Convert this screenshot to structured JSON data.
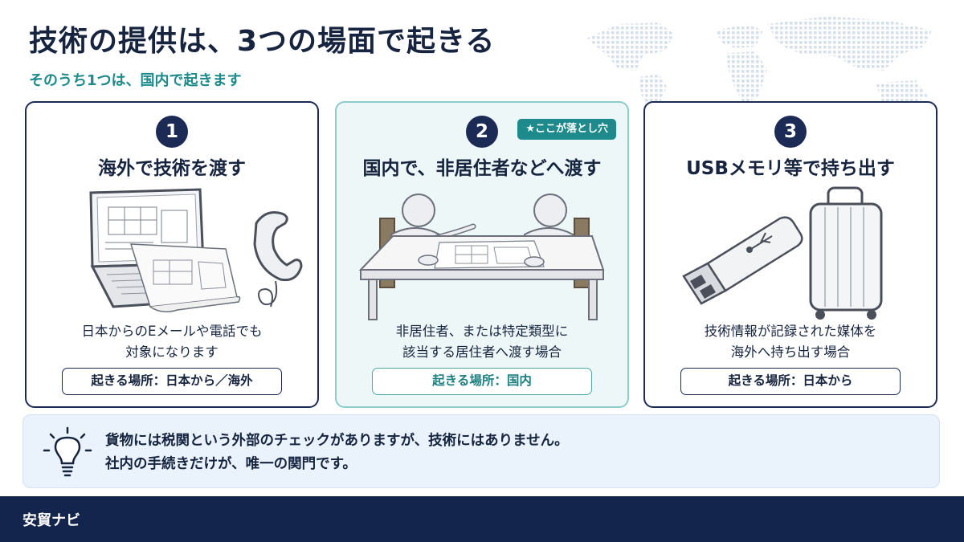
{
  "header": {
    "title": "技術の提供は、3つの場面で起きる",
    "subtitle": "そのうち1つは、国内で起きます"
  },
  "cards": [
    {
      "number": "1",
      "title": "海外で技術を渡す",
      "desc_line1": "日本からのEメールや電話でも",
      "desc_line2": "対象になります",
      "place": "起きる場所：日本から／海外",
      "illustration": "laptop-blueprint-telephone"
    },
    {
      "number": "2",
      "title": "国内で、非居住者などへ渡す",
      "badge": "★ここが落とし穴",
      "desc_line1": "非居住者、または特定類型に",
      "desc_line2": "該当する居住者へ渡す場合",
      "place": "起きる場所：国内",
      "illustration": "two-people-table-meeting"
    },
    {
      "number": "3",
      "title": "USBメモリ等で持ち出す",
      "desc_line1": "技術情報が記録された媒体を",
      "desc_line2": "海外へ持ち出す場合",
      "place": "起きる場所：日本から",
      "illustration": "usb-drive-suitcase"
    }
  ],
  "note": {
    "icon": "lightbulb-icon",
    "line1": "貨物には税関という外部のチェックがありますが、技術にはありません。",
    "line2": "社内の手続きだけが、唯一の関門です。"
  },
  "footer": {
    "brand": "安貿ナビ"
  },
  "colors": {
    "navy": "#1b2b55",
    "teal": "#1e8a8c",
    "note_bg": "#eaf2fb",
    "footer_bg": "#13244d"
  }
}
